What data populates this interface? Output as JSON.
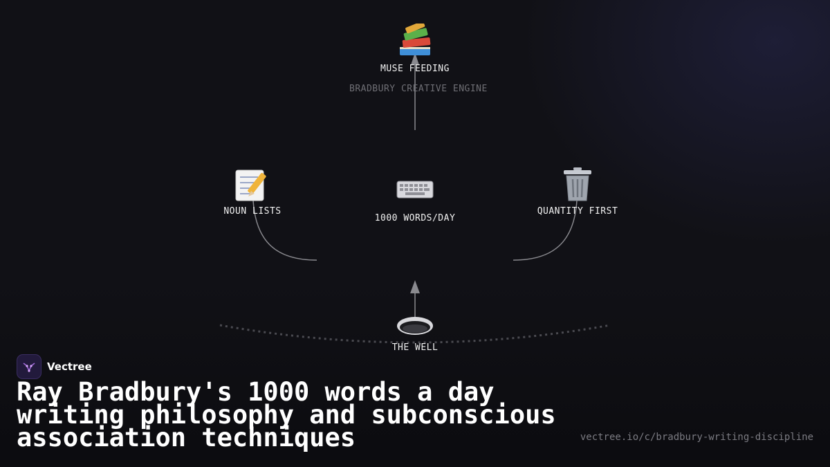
{
  "diagram": {
    "title": "BRADBURY CREATIVE ENGINE",
    "nodes": {
      "top": {
        "label": "MUSE FEEDING",
        "icon": "books-icon"
      },
      "left": {
        "label": "NOUN LISTS",
        "icon": "memo-icon"
      },
      "center": {
        "label": "1000 WORDS/DAY",
        "icon": "keyboard-icon"
      },
      "right": {
        "label": "QUANTITY FIRST",
        "icon": "trash-can-icon"
      },
      "bottom": {
        "label": "THE WELL",
        "icon": "well-icon"
      }
    },
    "colors": {
      "connector": "#8a8a8f",
      "dotted_arc": "#4a4a50",
      "background": "#111116"
    }
  },
  "brand": {
    "name": "Vectree",
    "icon": "vectree-logo-icon",
    "accent": "#a06ad8"
  },
  "headline": "Ray Bradbury's 1000 words a day writing philosophy and subconscious association techniques",
  "url": "vectree.io/c/bradbury-writing-discipline"
}
